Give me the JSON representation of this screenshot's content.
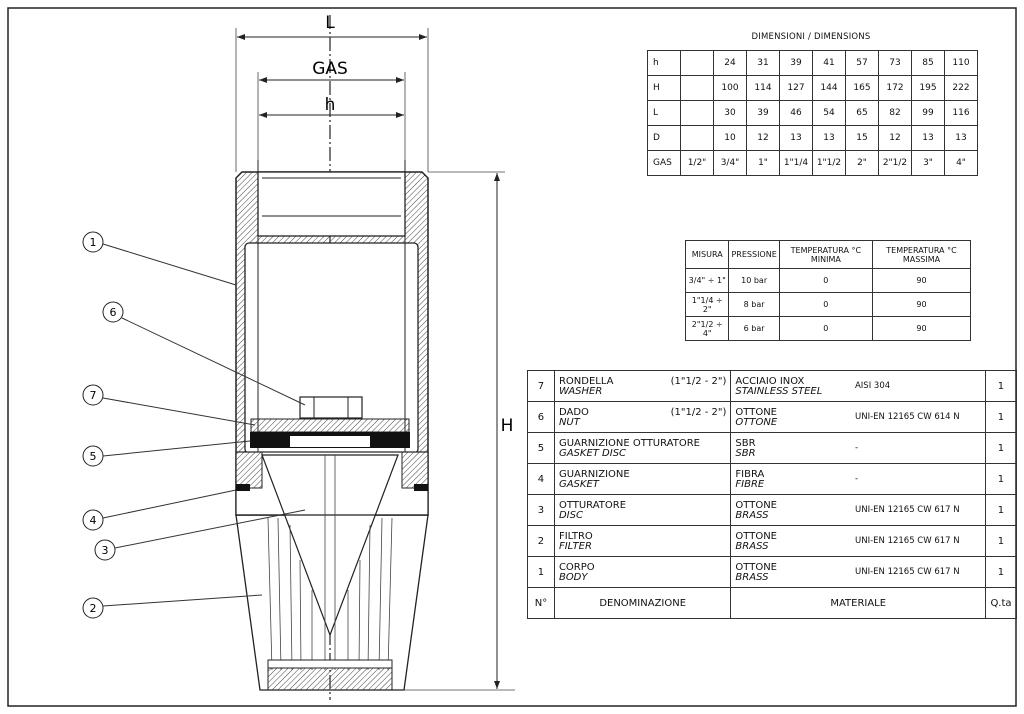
{
  "drawing": {
    "labels": {
      "L": "L",
      "GAS": "GAS",
      "h": "h",
      "H": "H"
    },
    "callouts": [
      "1",
      "6",
      "7",
      "5",
      "4",
      "3",
      "2"
    ]
  },
  "dimensions_table": {
    "title": "DIMENSIONI / DIMENSIONS",
    "rows": [
      [
        "h",
        "",
        "24",
        "31",
        "39",
        "41",
        "57",
        "73",
        "85",
        "110"
      ],
      [
        "H",
        "",
        "100",
        "114",
        "127",
        "144",
        "165",
        "172",
        "195",
        "222"
      ],
      [
        "L",
        "",
        "30",
        "39",
        "46",
        "54",
        "65",
        "82",
        "99",
        "116"
      ],
      [
        "D",
        "",
        "10",
        "12",
        "13",
        "13",
        "15",
        "12",
        "13",
        "13"
      ],
      [
        "GAS",
        "1/2\"",
        "3/4\"",
        "1\"",
        "1\"1/4",
        "1\"1/2",
        "2\"",
        "2\"1/2",
        "3\"",
        "4\""
      ]
    ]
  },
  "pressure_table": {
    "headers": [
      "MISURA",
      "PRESSIONE",
      "TEMPERATURA °C MINIMA",
      "TEMPERATURA °C MASSIMA"
    ],
    "rows": [
      [
        "3/4\" ÷ 1\"",
        "10 bar",
        "0",
        "90"
      ],
      [
        "1\"1/4 ÷ 2\"",
        "8 bar",
        "0",
        "90"
      ],
      [
        "2\"1/2 ÷ 4\"",
        "6 bar",
        "0",
        "90"
      ]
    ]
  },
  "parts_table": {
    "rows": [
      {
        "n": "7",
        "name": "RONDELLA",
        "name_en": "WASHER",
        "size": "(1\"1/2 - 2\")",
        "mat": "ACCIAIO INOX",
        "mat_en": "STAINLESS STEEL",
        "code": "AISI 304",
        "qty": "1"
      },
      {
        "n": "6",
        "name": "DADO",
        "name_en": "NUT",
        "size": "(1\"1/2 - 2\")",
        "mat": "OTTONE",
        "mat_en": "OTTONE",
        "code": "UNI-EN 12165 CW 614 N",
        "qty": "1"
      },
      {
        "n": "5",
        "name": "GUARNIZIONE OTTURATORE",
        "name_en": "GASKET DISC",
        "size": "",
        "mat": "SBR",
        "mat_en": "SBR",
        "code": "-",
        "qty": "1"
      },
      {
        "n": "4",
        "name": "GUARNIZIONE",
        "name_en": "GASKET",
        "size": "",
        "mat": "FIBRA",
        "mat_en": "FIBRE",
        "code": "-",
        "qty": "1"
      },
      {
        "n": "3",
        "name": "OTTURATORE",
        "name_en": "DISC",
        "size": "",
        "mat": "OTTONE",
        "mat_en": "BRASS",
        "code": "UNI-EN 12165 CW 617 N",
        "qty": "1"
      },
      {
        "n": "2",
        "name": "FILTRO",
        "name_en": "FILTER",
        "size": "",
        "mat": "OTTONE",
        "mat_en": "BRASS",
        "code": "UNI-EN 12165 CW 617 N",
        "qty": "1"
      },
      {
        "n": "1",
        "name": "CORPO",
        "name_en": "BODY",
        "size": "",
        "mat": "OTTONE",
        "mat_en": "BRASS",
        "code": "UNI-EN 12165 CW 617 N",
        "qty": "1"
      }
    ],
    "footer": {
      "n": "N°",
      "name": "DENOMINAZIONE",
      "mat": "MATERIALE",
      "qty": "Q.ta"
    }
  }
}
